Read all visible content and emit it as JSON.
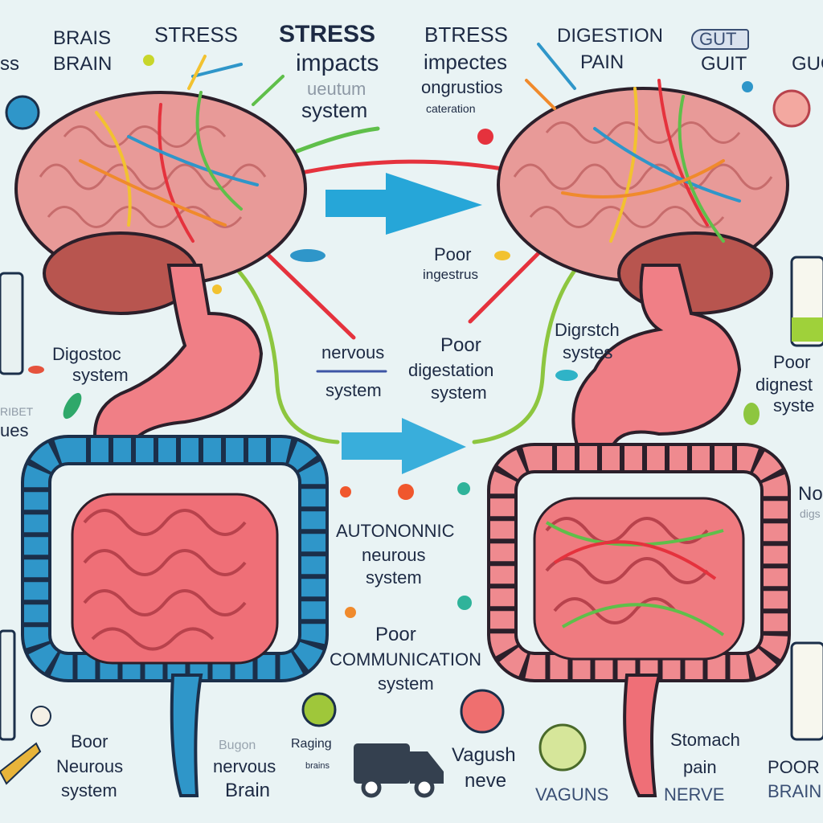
{
  "top_labels": {
    "left_edge": "ss",
    "brais": "BRAIS",
    "brain": "BRAIN",
    "stress_1": "STRESS",
    "stress_2": "STRESS",
    "impacts": "impacts",
    "ueutum": "ueutum",
    "system_1": "system",
    "btress": "BTRESS",
    "impectes": "impectes",
    "ongrustios": "ongrustios",
    "cateration": "cateration",
    "digestion": "DIGESTION",
    "pain": "PAIN",
    "gut_badge": "GUT",
    "guit": "GUIT",
    "guo": "GUO"
  },
  "middle_labels": {
    "poor_1": "Poor",
    "ingestrus": "ingestrus",
    "nervous": "nervous",
    "nervous_system": "system",
    "poor_2": "Poor",
    "digestation": "digestation",
    "digestation_system": "system",
    "digstch": "Digrstch",
    "systes": "systes",
    "digostoc": "Digostoc",
    "digostoc_system": "system",
    "ribet": "RIBET",
    "ues": "ues",
    "right_poor": "Poor",
    "right_dignest": "dignest",
    "right_syste": "syste",
    "right_no": "No",
    "right_no_sub": "digs",
    "autonomic": "AUTONONNIC",
    "neurous": "neurous",
    "autonomic_system": "system",
    "poor_3": "Poor",
    "communication": "COMMUNICATION",
    "communication_system": "system"
  },
  "bottom_labels": {
    "boor": "Boor",
    "neurous": "Neurous",
    "system": "system",
    "bugon": "Bugon",
    "raging": "Raging",
    "brains": "brains",
    "nervous": "nervous",
    "brain": "Brain",
    "vagush": "Vagush",
    "neve": "neve",
    "stomach": "Stomach",
    "pain": "pain",
    "vaguns": "VAGUNS",
    "nerve": "NERVE",
    "poor": "POOR",
    "brain_right": "BRAIN"
  },
  "colors": {
    "background": "#e9f3f4",
    "brain": "#e89a98",
    "stomach": "#f07f86",
    "intestine_blue": "#2f96c9",
    "intestine_pink": "#ef8a8f",
    "arrow": "#26a6d8",
    "nerve_red": "#e5323d",
    "nerve_green": "#8dc63f"
  }
}
